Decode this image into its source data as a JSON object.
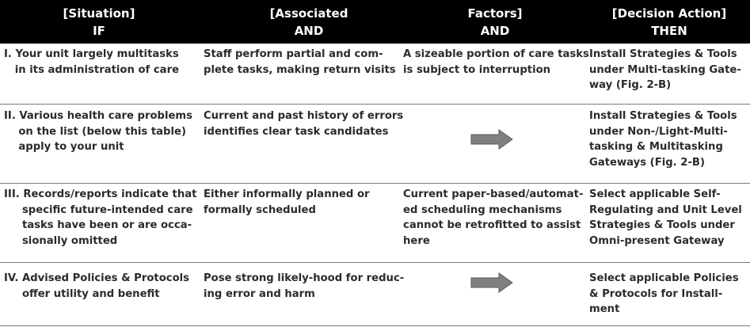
{
  "header": {
    "col1": {
      "line1": "[Situation]",
      "line2": "IF"
    },
    "col2": {
      "line1": "[Associated",
      "line2": "AND"
    },
    "col3": {
      "line1": "Factors]",
      "line2": "AND"
    },
    "col4": {
      "line1": "[Decision  Action]",
      "line2": "THEN"
    }
  },
  "rows": [
    {
      "situation": "I. Your unit largely multitasks\n   in its administration of care",
      "associated": "Staff perform partial and com-\nplete tasks, making return visits",
      "factors": "A sizeable portion of care tasks\nis subject to interruption",
      "action": "Install Strategies & Tools\nunder Multi-tasking Gate-\nway (Fig. 2-B)"
    },
    {
      "situation": "II. Various health care problems\n    on the list (below this table)\n    apply to your unit",
      "associated": "Current and past history of errors\nidentifies clear task candidates",
      "factors_icon": "right-arrow",
      "action": "Install Strategies & Tools\nunder Non-/Light-Multi-\ntasking & Multitasking\nGateways (Fig. 2-B)"
    },
    {
      "situation": "III. Records/reports indicate that\n     specific future-intended care\n     tasks have been or are occa-\n     sionally omitted",
      "associated": "Either informally planned or\nformally scheduled",
      "factors": "Current paper-based/automat-\ned scheduling mechanisms\ncannot be retrofitted to assist\nhere",
      "action": "Select applicable Self-\nRegulating and Unit Level\nStrategies & Tools under\nOmni-present Gateway"
    },
    {
      "situation": "IV. Advised Policies & Protocols\n     offer utility and benefit",
      "associated": "Pose strong likely-hood for reduc-\ning error and harm",
      "factors_icon": "right-arrow",
      "action": "Select applicable Policies\n& Protocols for Install-\nment"
    }
  ],
  "colors": {
    "header_bg": "#000000",
    "header_text": "#ffffff",
    "arrow_fill": "#808080",
    "rule": "#7a7a7a"
  }
}
